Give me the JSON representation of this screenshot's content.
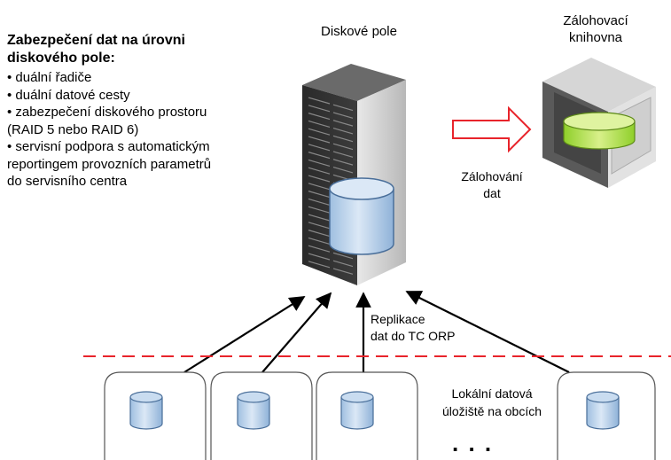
{
  "left_panel": {
    "heading_line1": "Zabezpečení dat na úrovni",
    "heading_line2": "diskového pole:",
    "items": [
      "• duální řadiče",
      "• duální datové cesty",
      "• zabezpečení diskového prostoru",
      "(RAID 5 nebo RAID 6)",
      "• servisní podpora s automatickým",
      "reportingem provozních parametrů",
      "do servisního centra"
    ]
  },
  "disk_array": {
    "label": "Diskové pole"
  },
  "backup_library": {
    "label_line1": "Zálohovací",
    "label_line2": "knihovna"
  },
  "backup_arrow": {
    "label_line1": "Zálohování",
    "label_line2": "dat"
  },
  "replication": {
    "label_line1": "Replikace",
    "label_line2": "dat do TC ORP"
  },
  "local_storage": {
    "label_line1": "Lokální datová",
    "label_line2": "úložiště na obcích",
    "ellipsis": ". . ."
  },
  "colors": {
    "cylinder_fill": "#c9dcf0",
    "cylinder_stroke": "#4a6f9a",
    "dashed_line": "#e8242b",
    "backup_arrow": "#e8242b",
    "library_green": "#b8e05a"
  }
}
